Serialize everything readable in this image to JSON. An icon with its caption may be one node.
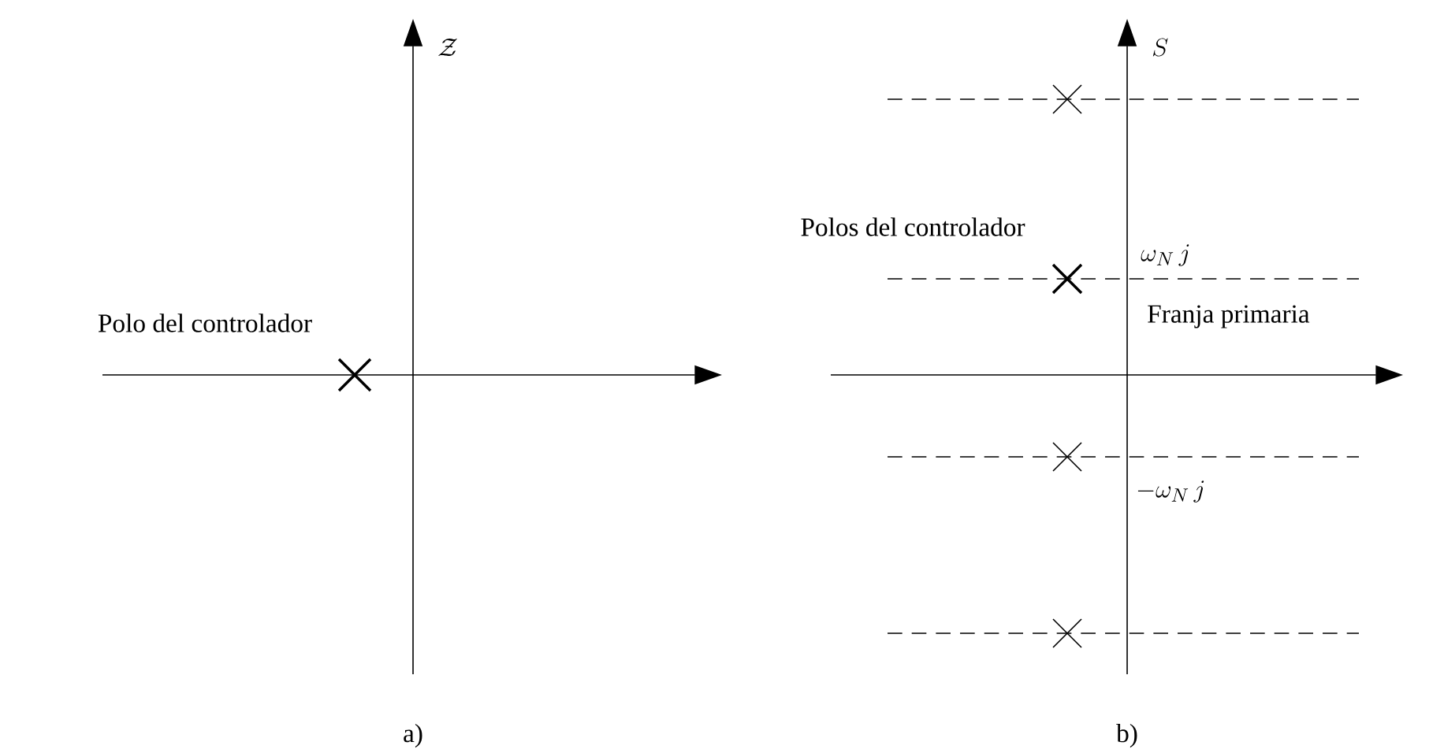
{
  "diagram": {
    "labels": [
      "\\mathcal{Z}",
      "Polo del controlador",
      "a)",
      "S",
      "Polos del controlador",
      "\\omega_N\\, j",
      "Franja primaria",
      "-\\omega_N\\, j",
      "b)"
    ]
  }
}
